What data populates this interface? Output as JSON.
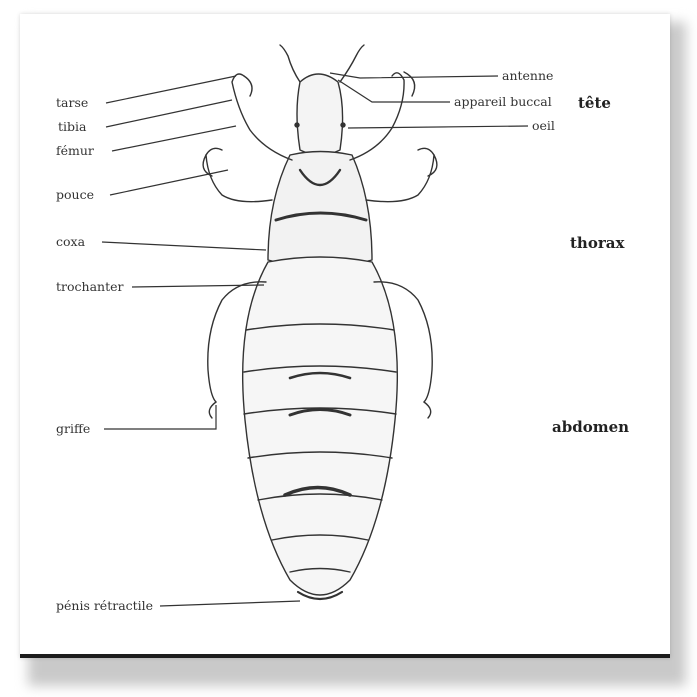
{
  "labels": {
    "tarse": "tarse",
    "tibia": "tibia",
    "femur": "fémur",
    "pouce": "pouce",
    "coxa": "coxa",
    "trochanter": "trochanter",
    "griffe": "griffe",
    "penis": "pénis rétractile",
    "antenne": "antenne",
    "appareil_buccal": "appareil buccal",
    "oeil": "oeil"
  },
  "regions": {
    "tete": "tête",
    "thorax": "thorax",
    "abdomen": "abdomen"
  },
  "colors": {
    "ink": "#333333",
    "frame_border": "#1c1c1c",
    "shadow": "#c9c9c9"
  }
}
